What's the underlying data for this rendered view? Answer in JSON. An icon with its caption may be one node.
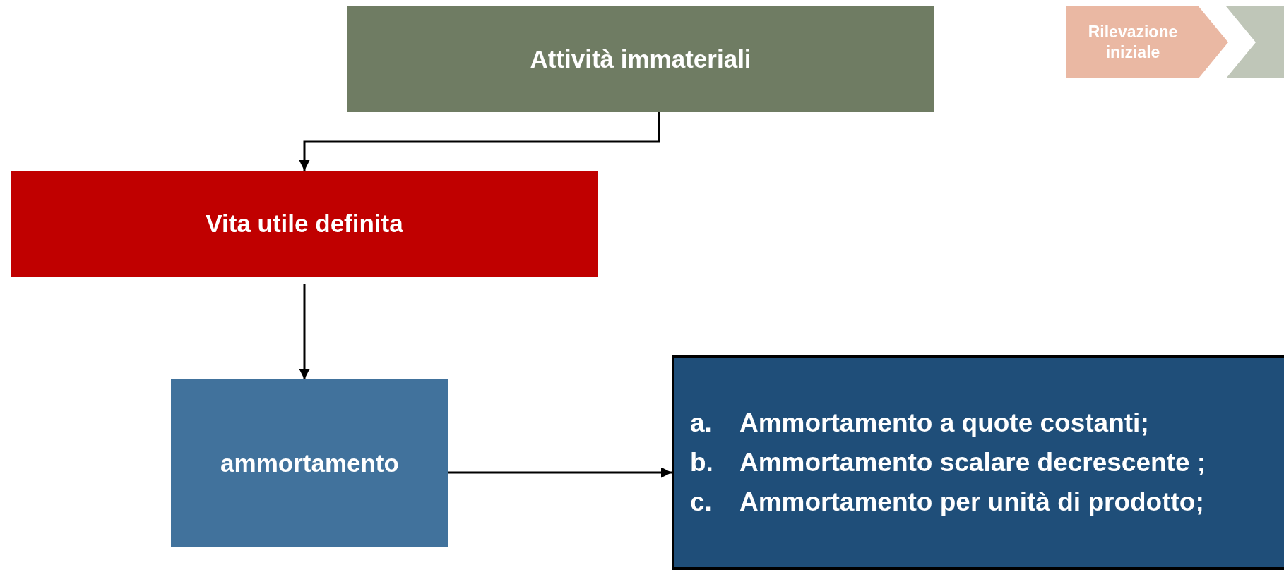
{
  "diagram": {
    "nodes": [
      {
        "text": [
          "Attività immateriali"
        ]
      },
      {
        "text": [
          "Vita utile definita"
        ]
      },
      {
        "text": [
          "ammortamento"
        ]
      },
      {
        "text": [
          "a. Ammortamento a quote costanti;",
          "b. Ammortamento scalare decrescente ;",
          "c. Ammortamento per unità di prodotto;"
        ]
      },
      {
        "text": [
          "Rilevazione iniziale"
        ]
      },
      {
        "text": [],
        "shape": "chevron"
      }
    ],
    "edges": [
      {
        "from": 0,
        "to": 1,
        "arrow": "to"
      },
      {
        "from": 1,
        "to": 2,
        "arrow": "to"
      },
      {
        "from": 2,
        "to": 3,
        "arrow": "to"
      }
    ]
  }
}
